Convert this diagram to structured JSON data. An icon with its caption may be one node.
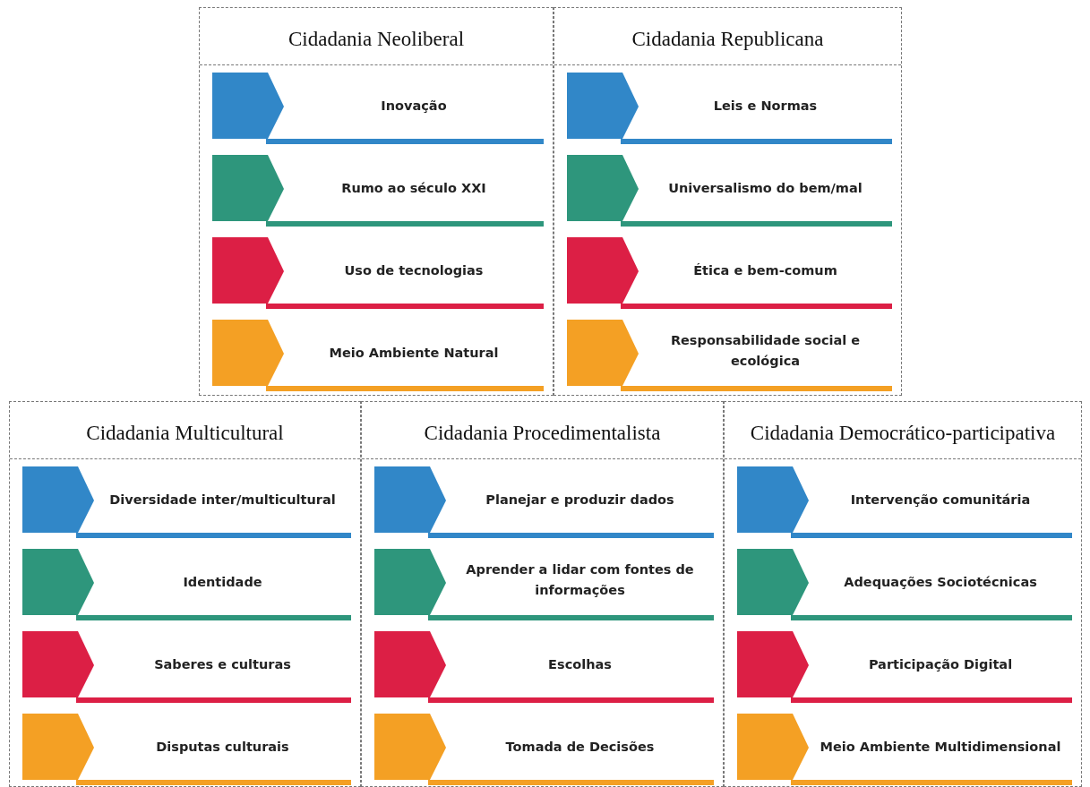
{
  "diagram": {
    "nodes": [
      {
        "text": [
          "Cidadania Neoliberal"
        ]
      },
      {
        "text": [
          "Inovação"
        ],
        "in": 0
      },
      {
        "text": [
          "Rumo ao século XXI"
        ],
        "in": 0
      },
      {
        "text": [
          "Uso de tecnologias"
        ],
        "in": 0
      },
      {
        "text": [
          "Meio Ambiente Natural"
        ],
        "in": 0
      },
      {
        "text": [
          "Cidadania Republicana"
        ]
      },
      {
        "text": [
          "Leis e Normas"
        ],
        "in": 5
      },
      {
        "text": [
          "Universalismo do bem/mal"
        ],
        "in": 5
      },
      {
        "text": [
          "Ética e bem-comum"
        ],
        "in": 5
      },
      {
        "text": [
          "Responsabilidade social e ecológica"
        ],
        "in": 5
      },
      {
        "text": [
          "Cidadania Multicultural"
        ]
      },
      {
        "text": [
          "Diversidade inter/multicultural"
        ],
        "in": 10
      },
      {
        "text": [
          "Identidade"
        ],
        "in": 10
      },
      {
        "text": [
          "Saberes e culturas"
        ],
        "in": 10
      },
      {
        "text": [
          "Disputas culturais"
        ],
        "in": 10
      },
      {
        "text": [
          "Cidadania Procedimentalista"
        ]
      },
      {
        "text": [
          "Planejar e produzir dados"
        ],
        "in": 15
      },
      {
        "text": [
          "Aprender a lidar com fontes de informações"
        ],
        "in": 15
      },
      {
        "text": [
          "Escolhas"
        ],
        "in": 15
      },
      {
        "text": [
          "Tomada de Decisões"
        ],
        "in": 15
      },
      {
        "text": [
          "Cidadania Democrático-participativa"
        ]
      },
      {
        "text": [
          "Intervenção comunitária"
        ],
        "in": 20
      },
      {
        "text": [
          "Adequações Sociotécnicas"
        ],
        "in": 20
      },
      {
        "text": [
          "Participação Digital"
        ],
        "in": 20
      },
      {
        "text": [
          "Meio Ambiente Multidimensional"
        ],
        "in": 20
      }
    ]
  }
}
